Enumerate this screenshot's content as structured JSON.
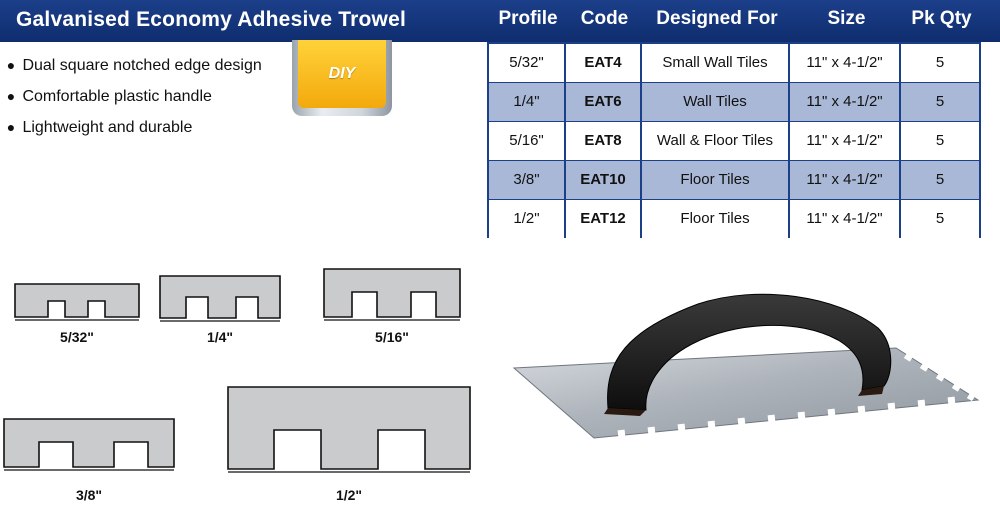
{
  "product": {
    "title": "Galvanised Economy Adhesive Trowel",
    "features": [
      "Dual square notched edge design",
      "Comfortable plastic handle",
      "Lightweight and durable"
    ],
    "badge": "DIY"
  },
  "table": {
    "headers": [
      "Profile",
      "Code",
      "Designed For",
      "Size",
      "Pk Qty"
    ],
    "rows": [
      [
        "5/32\"",
        "EAT4",
        "Small Wall Tiles",
        "11\" x 4-1/2\"",
        "5"
      ],
      [
        "1/4\"",
        "EAT6",
        "Wall Tiles",
        "11\" x 4-1/2\"",
        "5"
      ],
      [
        "5/16\"",
        "EAT8",
        "Wall & Floor Tiles",
        "11\" x 4-1/2\"",
        "5"
      ],
      [
        "3/8\"",
        "EAT10",
        "Floor Tiles",
        "11\" x 4-1/2\"",
        "5"
      ],
      [
        "1/2\"",
        "EAT12",
        "Floor Tiles",
        "11\" x 4-1/2\"",
        "5"
      ]
    ]
  },
  "profiles": [
    "5/32\"",
    "1/4\"",
    "5/16\"",
    "3/8\"",
    "1/2\""
  ],
  "colors": {
    "brand_blue": "#1c3f8a",
    "row_alt": "#a9b8d6",
    "badge_yellow": "#f3a90c",
    "profile_gray": "#c9cbcd"
  }
}
